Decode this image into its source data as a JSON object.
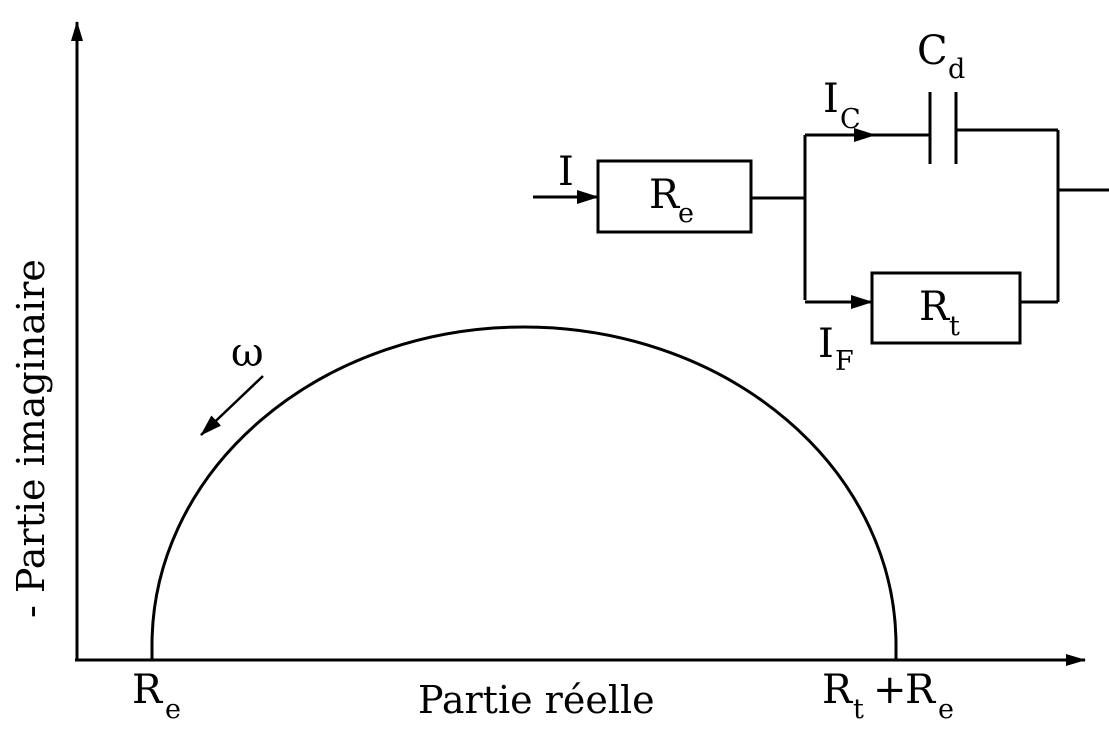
{
  "axes": {
    "y_label": "- Partie imaginaire",
    "x_label": "Partie réelle"
  },
  "x_ticks": {
    "start": {
      "main": "R",
      "sub": "e"
    },
    "end": {
      "main1": "R",
      "sub1": "t",
      "plus": "+",
      "main2": "R",
      "sub2": "e"
    }
  },
  "frequency_arrow": {
    "symbol": "ω"
  },
  "circuit": {
    "input_current": "I",
    "series_resistor": {
      "main": "R",
      "sub": "e"
    },
    "capacitor": {
      "main": "C",
      "sub": "d"
    },
    "capacitive_current": {
      "main": "I",
      "sub": "C"
    },
    "faradaic_current": {
      "main": "I",
      "sub": "F"
    },
    "transfer_resistor": {
      "main": "R",
      "sub": "t"
    }
  }
}
